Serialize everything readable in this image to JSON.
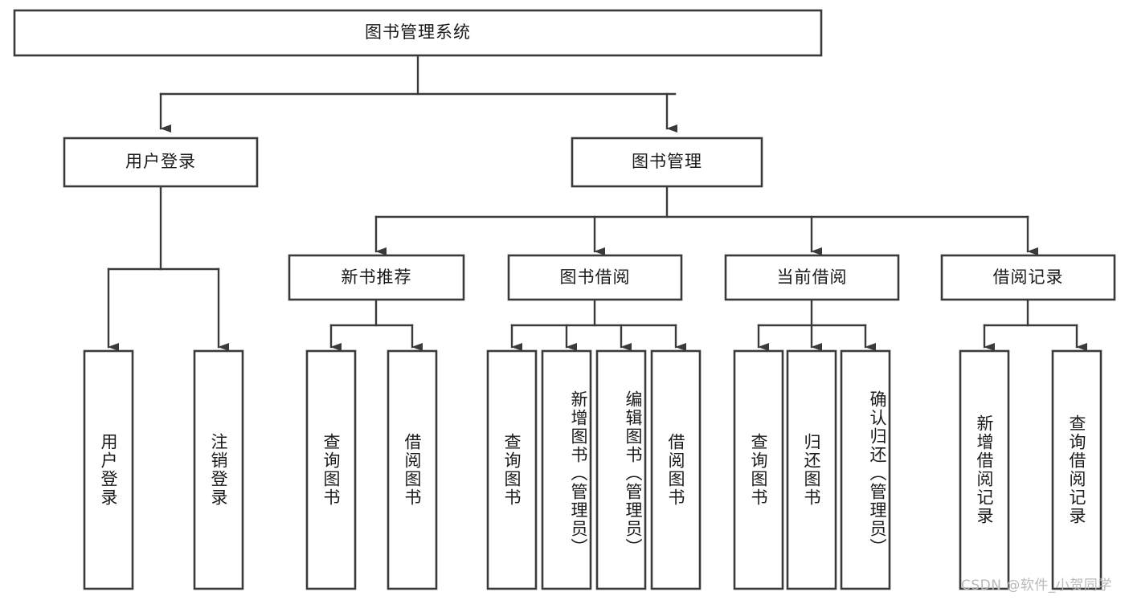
{
  "diagram": {
    "type": "tree",
    "title": "图书管理系统",
    "orientation": "top-down",
    "watermark": "CSDN @软件_小贺同学",
    "colors": {
      "box_fill": "#ffffff",
      "box_stroke": "#3a3a3a",
      "connector": "#3a3a3a",
      "text": "#1a1a1a",
      "watermark": "#b9b9b9",
      "background": "#ffffff"
    },
    "levels": {
      "root": "图书管理系统",
      "level1": [
        "用户登录",
        "图书管理"
      ],
      "level2": [
        "新书推荐",
        "图书借阅",
        "当前借阅",
        "借阅记录"
      ],
      "leaves": [
        "用户登录",
        "注销登录",
        "查询图书",
        "借阅图书",
        "查询图书",
        "新增图书（管理员）",
        "编辑图书（管理员）",
        "借阅图书",
        "查询图书",
        "归还图书",
        "确认归还（管理员）",
        "新增借阅记录",
        "查询借阅记录"
      ]
    },
    "nodes": {
      "root": {
        "label": "图书管理系统"
      },
      "user_login": {
        "label": "用户登录"
      },
      "book_manage": {
        "label": "图书管理"
      },
      "new_book_rec": {
        "label": "新书推荐"
      },
      "book_borrow": {
        "label": "图书借阅"
      },
      "current_borrow": {
        "label": "当前借阅"
      },
      "borrow_record": {
        "label": "借阅记录"
      },
      "leaf_user_login": {
        "label": "用户登录"
      },
      "leaf_logout": {
        "label": "注销登录"
      },
      "leaf_query_book_a": {
        "label": "查询图书"
      },
      "leaf_borrow_book_a": {
        "label": "借阅图书"
      },
      "leaf_query_book_b": {
        "label": "查询图书"
      },
      "leaf_add_book": {
        "label": "新增图书（管理员）"
      },
      "leaf_edit_book": {
        "label": "编辑图书（管理员）"
      },
      "leaf_borrow_book_b": {
        "label": "借阅图书"
      },
      "leaf_query_book_c": {
        "label": "查询图书"
      },
      "leaf_return_book": {
        "label": "归还图书"
      },
      "leaf_confirm_return": {
        "label": "确认归还（管理员）"
      },
      "leaf_add_record": {
        "label": "新增借阅记录"
      },
      "leaf_query_record": {
        "label": "查询借阅记录"
      }
    },
    "edges": [
      {
        "from": "root",
        "to": "user_login"
      },
      {
        "from": "root",
        "to": "book_manage"
      },
      {
        "from": "user_login",
        "to": "leaf_user_login"
      },
      {
        "from": "user_login",
        "to": "leaf_logout"
      },
      {
        "from": "book_manage",
        "to": "new_book_rec"
      },
      {
        "from": "book_manage",
        "to": "book_borrow"
      },
      {
        "from": "book_manage",
        "to": "current_borrow"
      },
      {
        "from": "book_manage",
        "to": "borrow_record"
      },
      {
        "from": "new_book_rec",
        "to": "leaf_query_book_a"
      },
      {
        "from": "new_book_rec",
        "to": "leaf_borrow_book_a"
      },
      {
        "from": "book_borrow",
        "to": "leaf_query_book_b"
      },
      {
        "from": "book_borrow",
        "to": "leaf_add_book"
      },
      {
        "from": "book_borrow",
        "to": "leaf_edit_book"
      },
      {
        "from": "book_borrow",
        "to": "leaf_borrow_book_b"
      },
      {
        "from": "current_borrow",
        "to": "leaf_query_book_c"
      },
      {
        "from": "current_borrow",
        "to": "leaf_return_book"
      },
      {
        "from": "current_borrow",
        "to": "leaf_confirm_return"
      },
      {
        "from": "borrow_record",
        "to": "leaf_add_record"
      },
      {
        "from": "borrow_record",
        "to": "leaf_query_record"
      }
    ]
  }
}
